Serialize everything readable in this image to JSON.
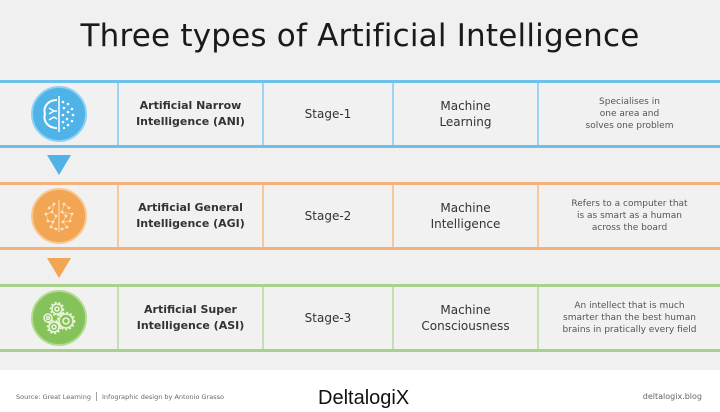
{
  "title": "Three types of Artificial Intelligence",
  "colors": {
    "background": "#f0f0f0",
    "ani": "#5cb8e6",
    "agi": "#f2a75a",
    "asi": "#8cc66a"
  },
  "rows": [
    {
      "icon": "brain-circuit-icon",
      "name": "Artificial Narrow\nIntelligence (ANI)",
      "stage": "Stage-1",
      "tech": "Machine\nLearning",
      "description": "Specialises in\none area and\nsolves one problem"
    },
    {
      "icon": "brain-network-icon",
      "name": "Artificial General\nIntelligence (AGI)",
      "stage": "Stage-2",
      "tech": "Machine\nIntelligence",
      "description": "Refers to a computer that\nis as smart as a human\nacross the board"
    },
    {
      "icon": "gears-icon",
      "name": "Artificial Super\nIntelligence (ASI)",
      "stage": "Stage-3",
      "tech": "Machine\nConsciousness",
      "description": "An intellect that is much\nsmarter than the best human\nbrains in pratically every field"
    }
  ],
  "footer": {
    "source": "Source: Great Learning",
    "separator": "|",
    "design": "Infographic design by Antonio Grasso",
    "logo": "DeltalogiX",
    "site": "deltalogix.blog"
  }
}
